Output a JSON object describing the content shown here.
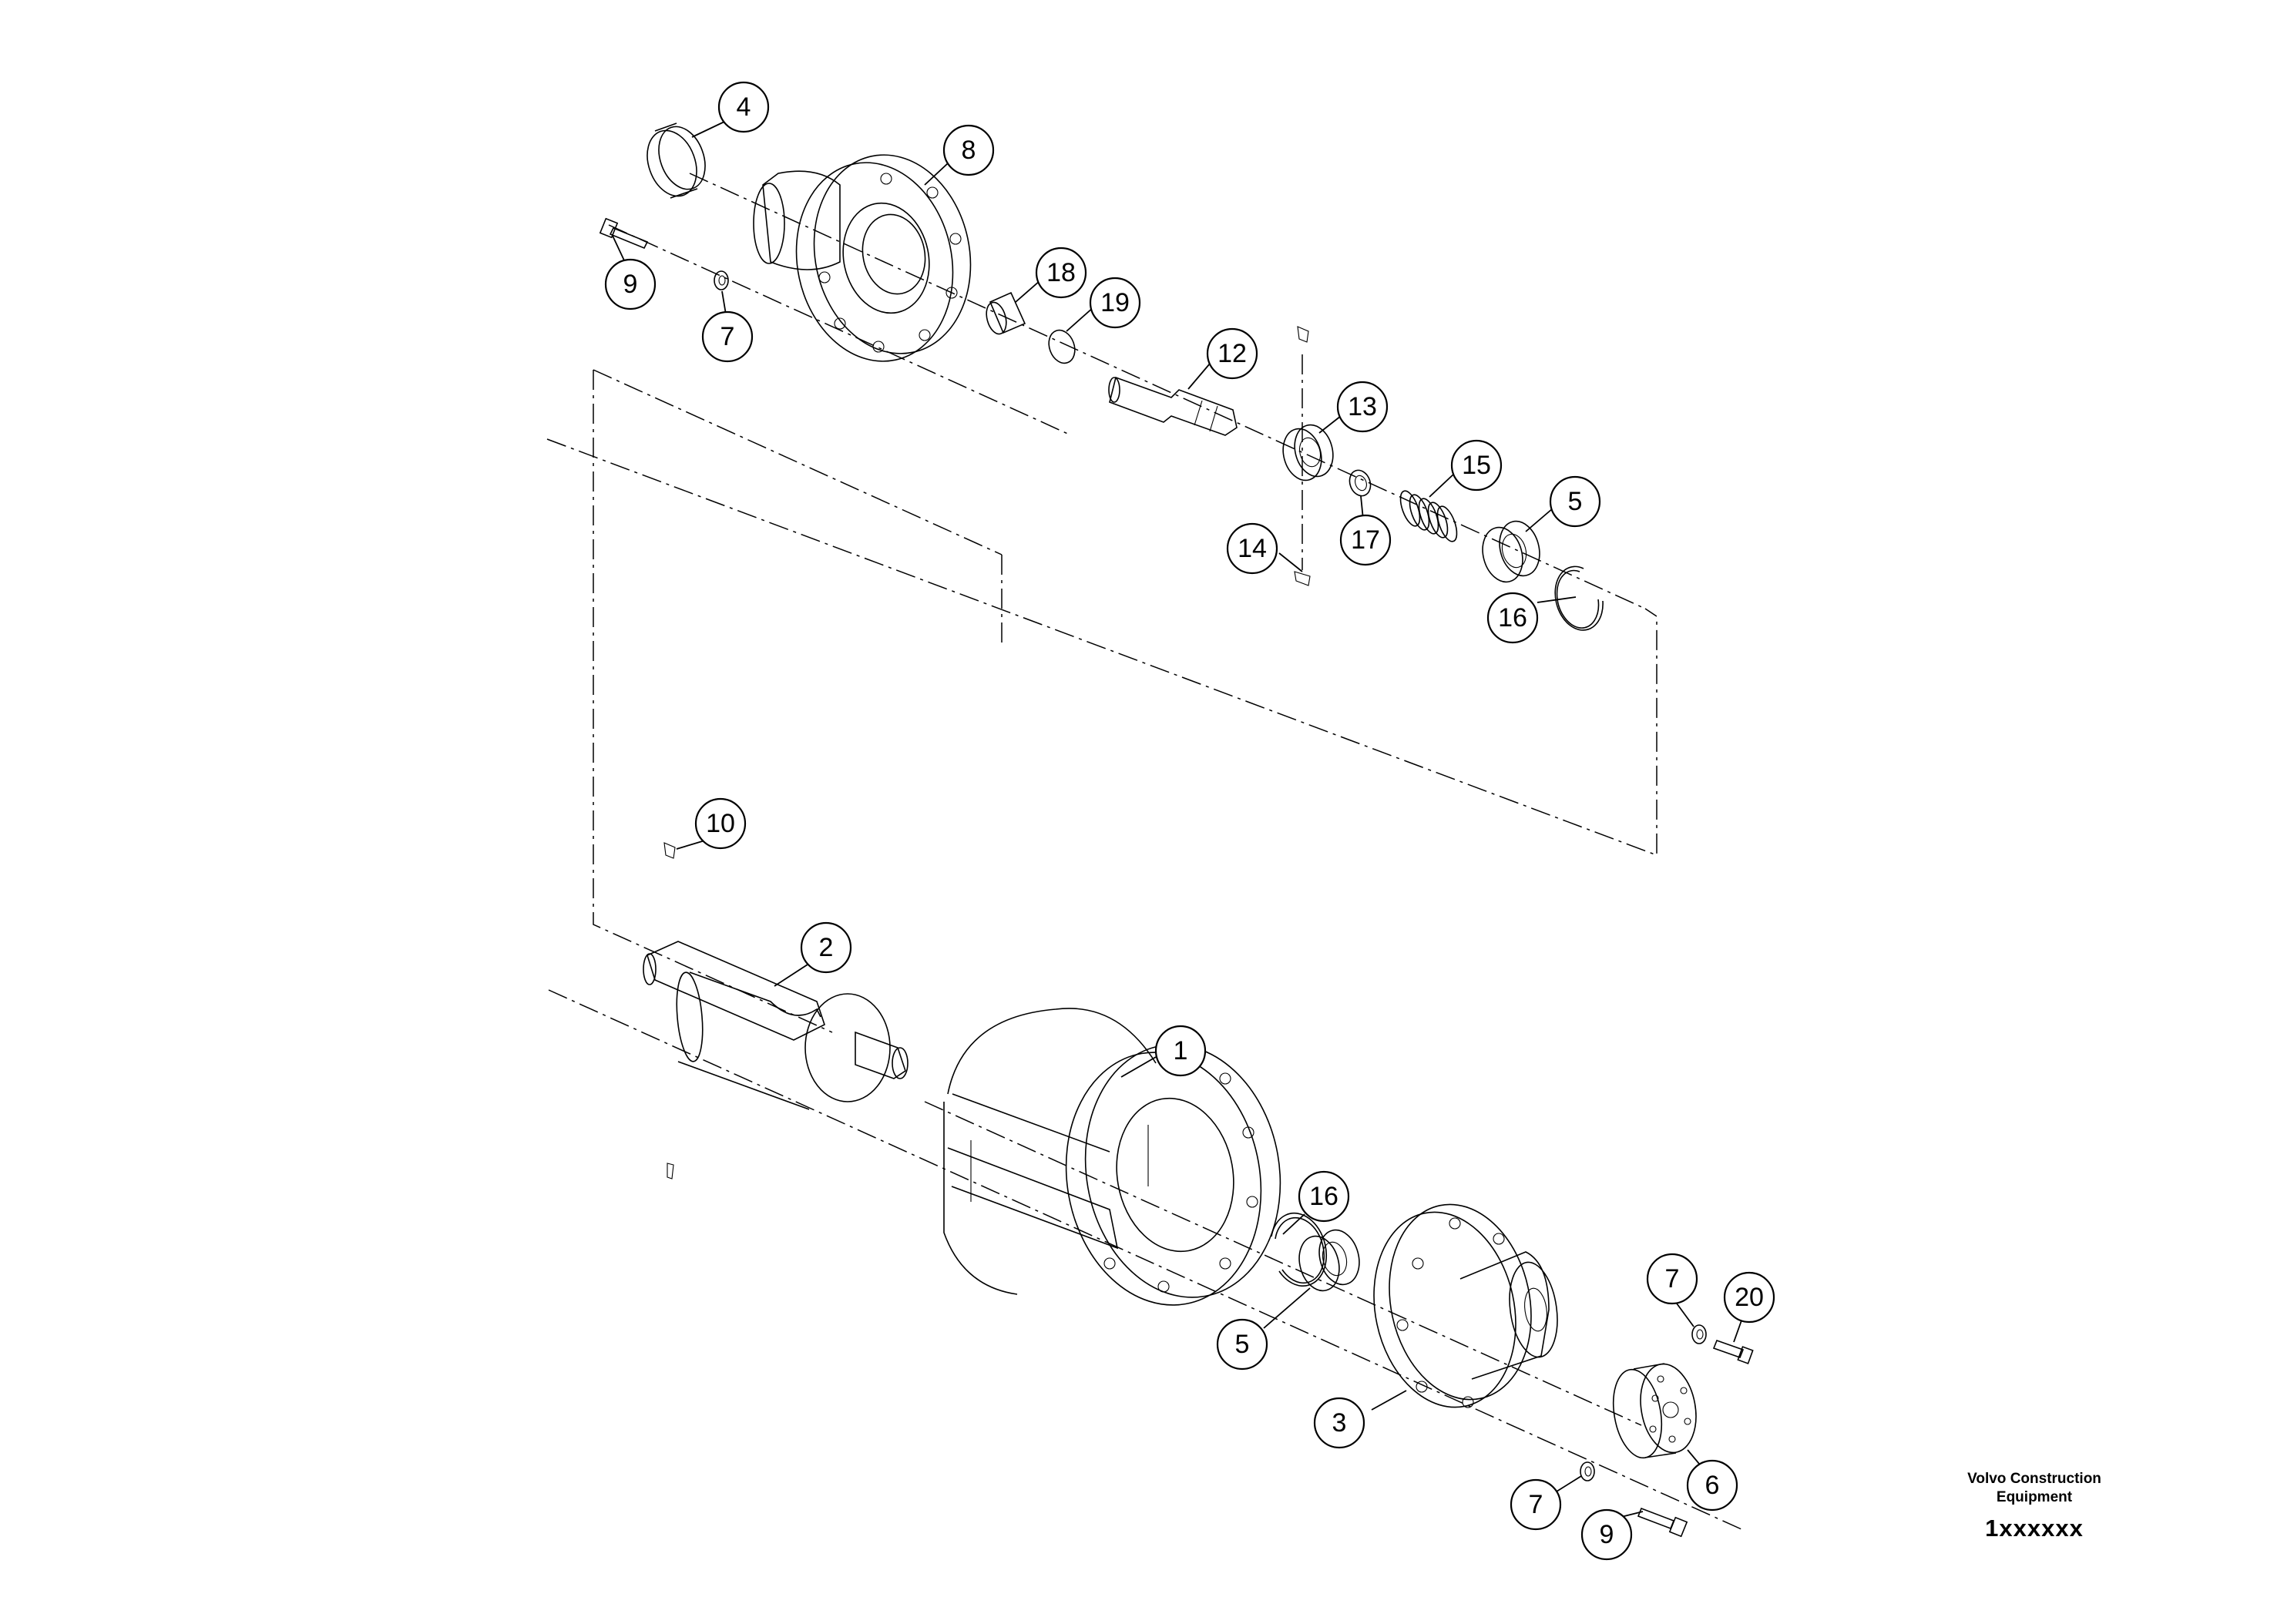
{
  "callouts": [
    {
      "label": "4"
    },
    {
      "label": "8"
    },
    {
      "label": "9"
    },
    {
      "label": "7"
    },
    {
      "label": "18"
    },
    {
      "label": "19"
    },
    {
      "label": "12"
    },
    {
      "label": "13"
    },
    {
      "label": "15"
    },
    {
      "label": "5"
    },
    {
      "label": "14"
    },
    {
      "label": "17"
    },
    {
      "label": "16"
    },
    {
      "label": "10"
    },
    {
      "label": "2"
    },
    {
      "label": "1"
    },
    {
      "label": "16"
    },
    {
      "label": "5"
    },
    {
      "label": "7"
    },
    {
      "label": "20"
    },
    {
      "label": "3"
    },
    {
      "label": "6"
    },
    {
      "label": "7"
    },
    {
      "label": "9"
    }
  ],
  "brand": {
    "line1": "Volvo Construction",
    "line2": "Equipment",
    "code": "1xxxxxx"
  }
}
